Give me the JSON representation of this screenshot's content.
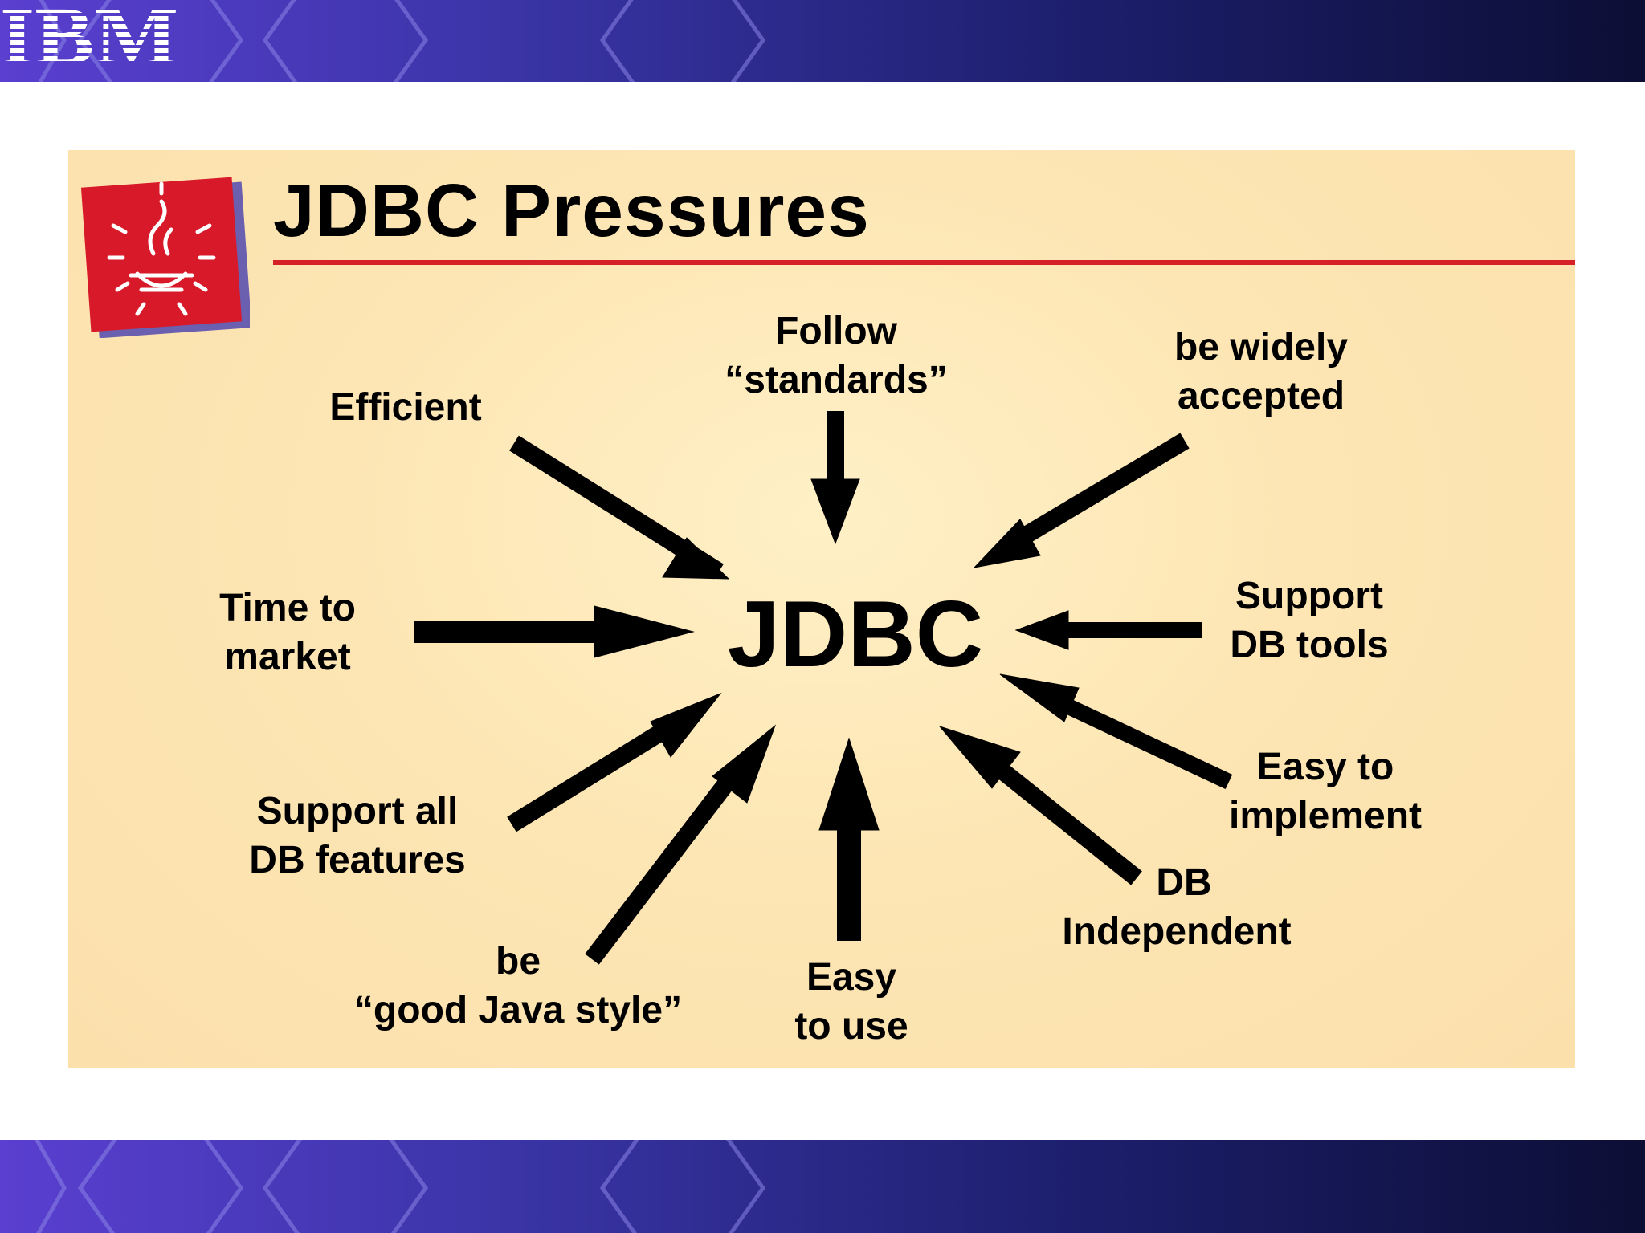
{
  "logo": {
    "text": "IBM"
  },
  "slide": {
    "title": "JDBC Pressures",
    "center": "JDBC",
    "pressures": [
      {
        "id": "efficient",
        "lines": [
          "Efficient"
        ]
      },
      {
        "id": "follow-standards",
        "lines": [
          "Follow",
          "“standards”"
        ]
      },
      {
        "id": "widely-accepted",
        "lines": [
          "be widely",
          "accepted"
        ]
      },
      {
        "id": "time-to-market",
        "lines": [
          "Time to",
          "market"
        ]
      },
      {
        "id": "support-db-tools",
        "lines": [
          "Support",
          "DB tools"
        ]
      },
      {
        "id": "support-all-db-features",
        "lines": [
          "Support all",
          "DB features"
        ]
      },
      {
        "id": "easy-to-implement",
        "lines": [
          "Easy to",
          "implement"
        ]
      },
      {
        "id": "db-independent",
        "lines": [
          "DB",
          "Independent"
        ]
      },
      {
        "id": "good-java-style",
        "lines": [
          "be",
          "“good Java style”"
        ]
      },
      {
        "id": "easy-to-use",
        "lines": [
          "Easy",
          "to use"
        ]
      }
    ]
  },
  "colors": {
    "panel": "#fde6b4",
    "title_rule": "#d42026",
    "badge": "#d7192a",
    "band_start": "#5a3fd0",
    "band_end": "#0c0e35"
  },
  "icons": {
    "badge": "java-cup-icon",
    "arrow": "arrow-icon"
  }
}
